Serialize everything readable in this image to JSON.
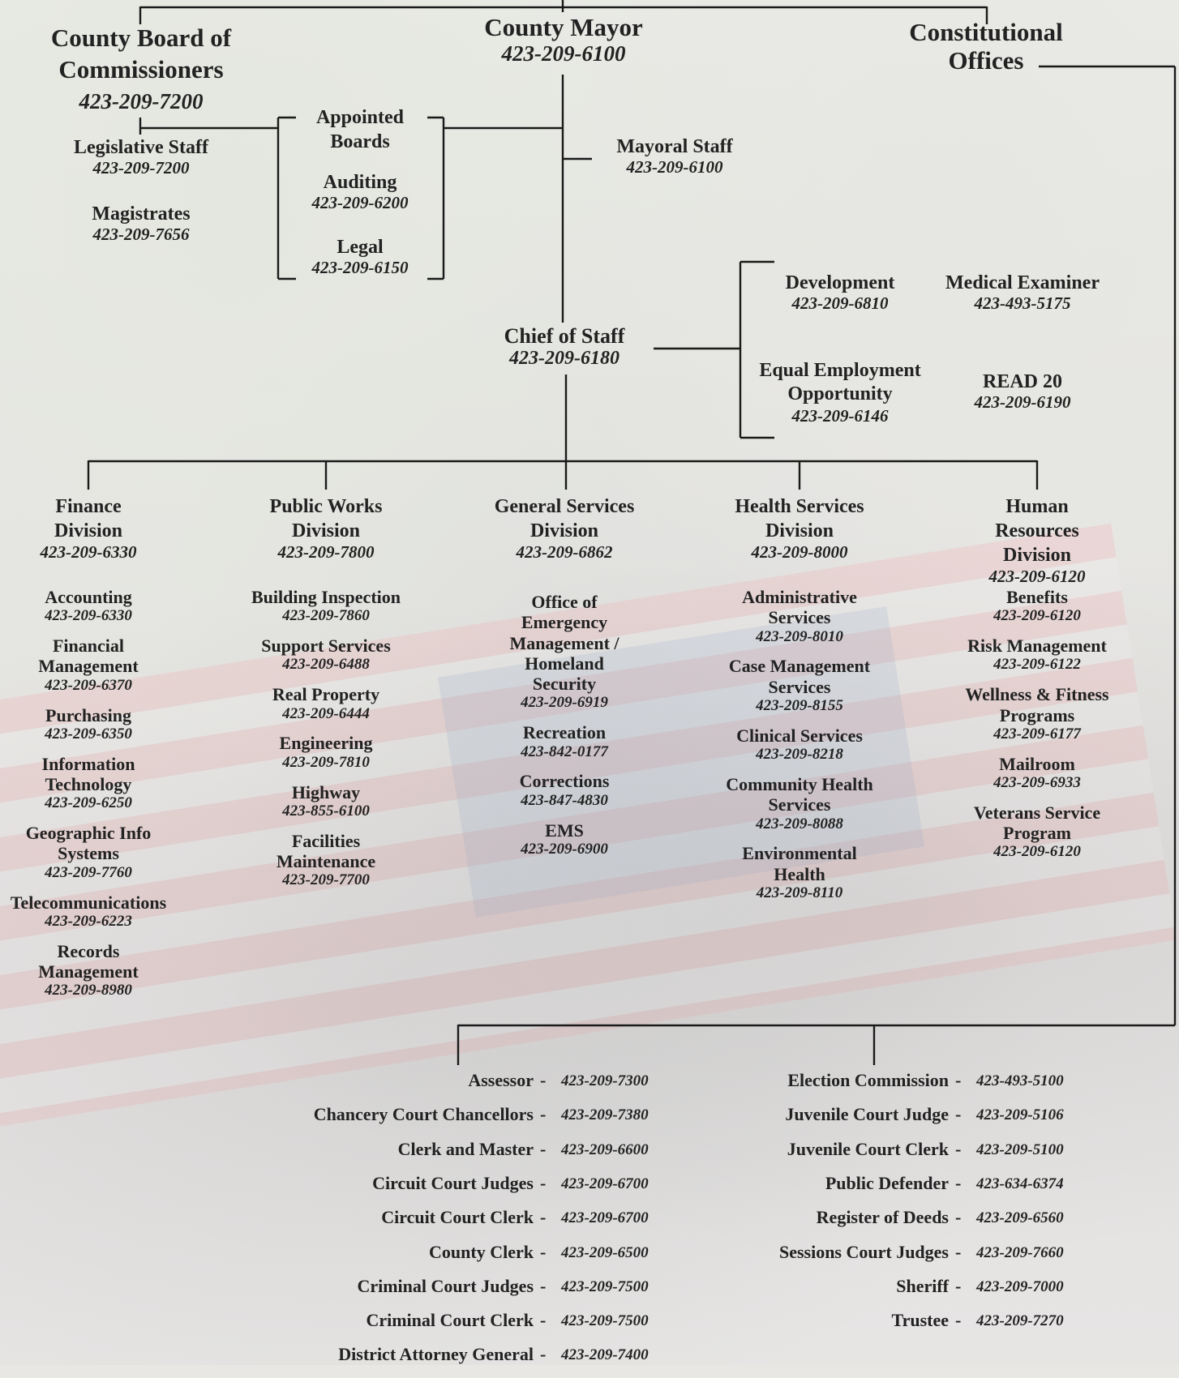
{
  "top": {
    "board": {
      "title": "County Board of\nCommissioners",
      "phone": "423-209-7200"
    },
    "mayor": {
      "title": "County Mayor",
      "phone": "423-209-6100"
    },
    "constitutional": {
      "title": "Constitutional\nOffices"
    }
  },
  "board_staff": [
    {
      "title": "Legislative Staff",
      "phone": "423-209-7200"
    },
    {
      "title": "Magistrates",
      "phone": "423-209-7656"
    }
  ],
  "appointed": [
    {
      "title": "Appointed\nBoards",
      "phone": ""
    },
    {
      "title": "Auditing",
      "phone": "423-209-6200"
    },
    {
      "title": "Legal",
      "phone": "423-209-6150"
    }
  ],
  "mayoral_staff": {
    "title": "Mayoral Staff",
    "phone": "423-209-6100"
  },
  "chief": {
    "title": "Chief of Staff",
    "phone": "423-209-6180"
  },
  "chief_offices": [
    {
      "title": "Development",
      "phone": "423-209-6810"
    },
    {
      "title": "Equal Employment\nOpportunity",
      "phone": "423-209-6146"
    },
    {
      "title": "Medical Examiner",
      "phone": "423-493-5175"
    },
    {
      "title": "READ 20",
      "phone": "423-209-6190"
    }
  ],
  "divisions": [
    {
      "title": "Finance\nDivision",
      "phone": "423-209-6330",
      "items": [
        {
          "title": "Accounting",
          "phone": "423-209-6330"
        },
        {
          "title": "Financial\nManagement",
          "phone": "423-209-6370"
        },
        {
          "title": "Purchasing",
          "phone": "423-209-6350"
        },
        {
          "title": "Information\nTechnology",
          "phone": "423-209-6250"
        },
        {
          "title": "Geographic Info\nSystems",
          "phone": "423-209-7760"
        },
        {
          "title": "Telecommunications",
          "phone": "423-209-6223"
        },
        {
          "title": "Records\nManagement",
          "phone": "423-209-8980"
        }
      ]
    },
    {
      "title": "Public Works\nDivision",
      "phone": "423-209-7800",
      "items": [
        {
          "title": "Building Inspection",
          "phone": "423-209-7860"
        },
        {
          "title": "Support Services",
          "phone": "423-209-6488"
        },
        {
          "title": "Real Property",
          "phone": "423-209-6444"
        },
        {
          "title": "Engineering",
          "phone": "423-209-7810"
        },
        {
          "title": "Highway",
          "phone": "423-855-6100"
        },
        {
          "title": "Facilities\nMaintenance",
          "phone": "423-209-7700"
        }
      ]
    },
    {
      "title": "General Services\nDivision",
      "phone": "423-209-6862",
      "items": [
        {
          "title": "Office of\nEmergency\nManagement /\nHomeland\nSecurity",
          "phone": "423-209-6919"
        },
        {
          "title": "Recreation",
          "phone": "423-842-0177"
        },
        {
          "title": "Corrections",
          "phone": "423-847-4830"
        },
        {
          "title": "EMS",
          "phone": "423-209-6900"
        }
      ]
    },
    {
      "title": "Health Services\nDivision",
      "phone": "423-209-8000",
      "items": [
        {
          "title": "Administrative\nServices",
          "phone": "423-209-8010"
        },
        {
          "title": "Case Management\nServices",
          "phone": "423-209-8155"
        },
        {
          "title": "Clinical Services",
          "phone": "423-209-8218"
        },
        {
          "title": "Community Health\nServices",
          "phone": "423-209-8088"
        },
        {
          "title": "Environmental\nHealth",
          "phone": "423-209-8110"
        }
      ]
    },
    {
      "title": "Human Resources\nDivision",
      "phone": "423-209-6120",
      "items": [
        {
          "title": "Benefits",
          "phone": "423-209-6120"
        },
        {
          "title": "Risk Management",
          "phone": "423-209-6122"
        },
        {
          "title": "Wellness & Fitness\nPrograms",
          "phone": "423-209-6177"
        },
        {
          "title": "Mailroom",
          "phone": "423-209-6933"
        },
        {
          "title": "Veterans Service\nProgram",
          "phone": "423-209-6120"
        }
      ]
    }
  ],
  "constitutional_left": [
    {
      "title": "Assessor",
      "phone": "423-209-7300"
    },
    {
      "title": "Chancery Court Chancellors",
      "phone": "423-209-7380"
    },
    {
      "title": "Clerk and Master",
      "phone": "423-209-6600"
    },
    {
      "title": "Circuit Court Judges",
      "phone": "423-209-6700"
    },
    {
      "title": "Circuit Court Clerk",
      "phone": "423-209-6700"
    },
    {
      "title": "County Clerk",
      "phone": "423-209-6500"
    },
    {
      "title": "Criminal Court Judges",
      "phone": "423-209-7500"
    },
    {
      "title": "Criminal Court Clerk",
      "phone": "423-209-7500"
    },
    {
      "title": "District Attorney General",
      "phone": "423-209-7400"
    }
  ],
  "constitutional_right": [
    {
      "title": "Election Commission",
      "phone": "423-493-5100"
    },
    {
      "title": "Juvenile Court Judge",
      "phone": "423-209-5106"
    },
    {
      "title": "Juvenile Court Clerk",
      "phone": "423-209-5100"
    },
    {
      "title": "Public Defender",
      "phone": "423-634-6374"
    },
    {
      "title": "Register of Deeds",
      "phone": "423-209-6560"
    },
    {
      "title": "Sessions Court Judges",
      "phone": "423-209-7660"
    },
    {
      "title": "Sheriff",
      "phone": "423-209-7000"
    },
    {
      "title": "Trustee",
      "phone": "423-209-7270"
    }
  ],
  "separator": "-"
}
